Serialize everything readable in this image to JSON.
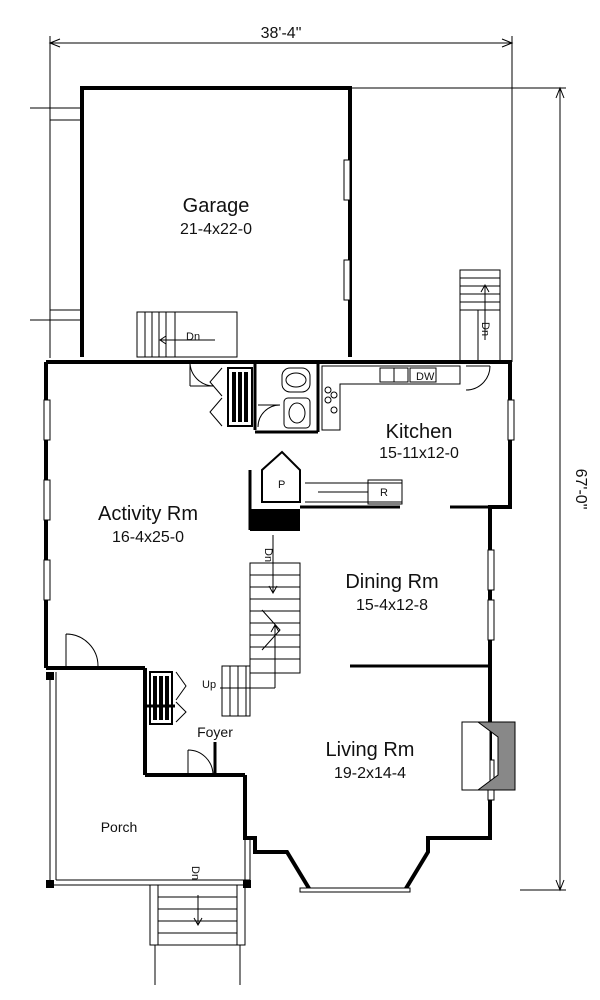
{
  "overall": {
    "width": "38'-4\"",
    "depth": "67'-0\""
  },
  "rooms": {
    "garage": {
      "name": "Garage",
      "size": "21-4x22-0"
    },
    "kitchen": {
      "name": "Kitchen",
      "size": "15-11x12-0"
    },
    "activity": {
      "name": "Activity Rm",
      "size": "16-4x25-0"
    },
    "dining": {
      "name": "Dining Rm",
      "size": "15-4x12-8"
    },
    "living": {
      "name": "Living Rm",
      "size": "19-2x14-4"
    },
    "foyer": {
      "name": "Foyer"
    },
    "porch": {
      "name": "Porch"
    }
  },
  "labels": {
    "down": "Dn",
    "up": "Up",
    "pantry": "P",
    "refrigerator": "R",
    "dishwasher": "DW"
  }
}
